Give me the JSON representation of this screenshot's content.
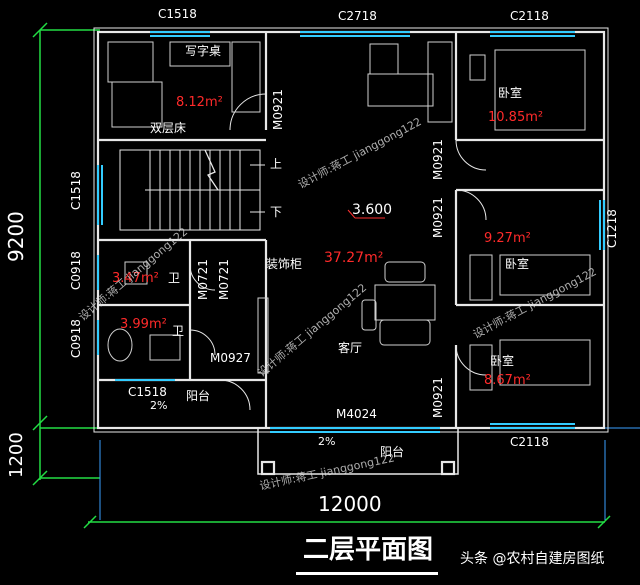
{
  "title": "二层平面图",
  "footer": "头条 @农村自建房图纸",
  "dimensions": {
    "width_total": "12000",
    "height_main": "9200",
    "height_balcony": "1200"
  },
  "windows": {
    "top_left": "C1518",
    "top_mid": "C2718",
    "top_right": "C2118",
    "bottom_right": "C2118",
    "left_stair": "C1518",
    "left_bath1": "C0918",
    "left_bath2": "C0918",
    "right_mid": "C1218",
    "bottom_left": "C1518"
  },
  "doors": {
    "bed1": "M0921",
    "bath1": "M0721",
    "bath2": "M0721",
    "bath_hall": "M0927",
    "bed_right1": "M0921",
    "bed_right2": "M0921",
    "bed_right3": "M0921",
    "balcony": "M4024"
  },
  "rooms": {
    "desk": "写字桌",
    "bunk": "双层床",
    "bed1_area": "8.12m²",
    "bedroom_tr": "卧室",
    "bedroom_tr_area": "10.85m²",
    "bedroom_mr": "卧室",
    "bedroom_mr_area": "9.27m²",
    "bedroom_br": "卧室",
    "bedroom_br_area": "8.67m²",
    "bath1": "卫",
    "bath1_area": "3.47m²",
    "bath2": "卫",
    "bath2_area": "3.99m²",
    "living": "客厅",
    "living_area": "37.27m²",
    "cabinet": "装饰柜",
    "balcony_left": "阳台",
    "balcony_bottom": "阳台",
    "slope_left": "2%",
    "slope_bottom": "2%",
    "elevation": "3.600",
    "stair_up": "上",
    "stair_down": "下"
  },
  "watermark": "设计师:蒋工 jianggong122"
}
